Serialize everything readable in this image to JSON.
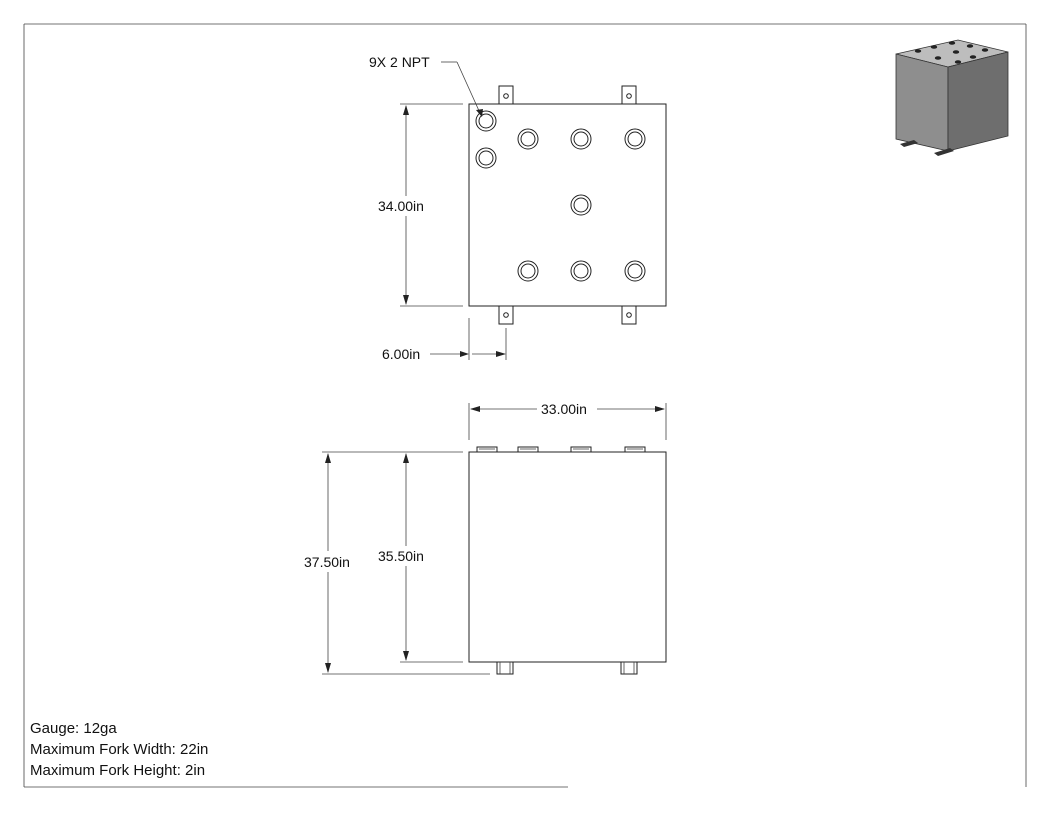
{
  "drawing": {
    "callout": "9X 2 NPT",
    "top_view": {
      "height_label": "34.00in",
      "offset_label": "6.00in"
    },
    "front_view": {
      "width_label": "33.00in",
      "overall_height_label": "37.50in",
      "body_height_label": "35.50in"
    }
  },
  "notes": [
    "Gauge: 12ga",
    "Maximum Fork Width: 22in",
    "Maximum Fork Height: 2in"
  ],
  "colors": {
    "line": "#222222",
    "background": "#ffffff",
    "iso_top": "#bdbdbd",
    "iso_left": "#8e8e8e",
    "iso_right": "#6e6e6e"
  }
}
